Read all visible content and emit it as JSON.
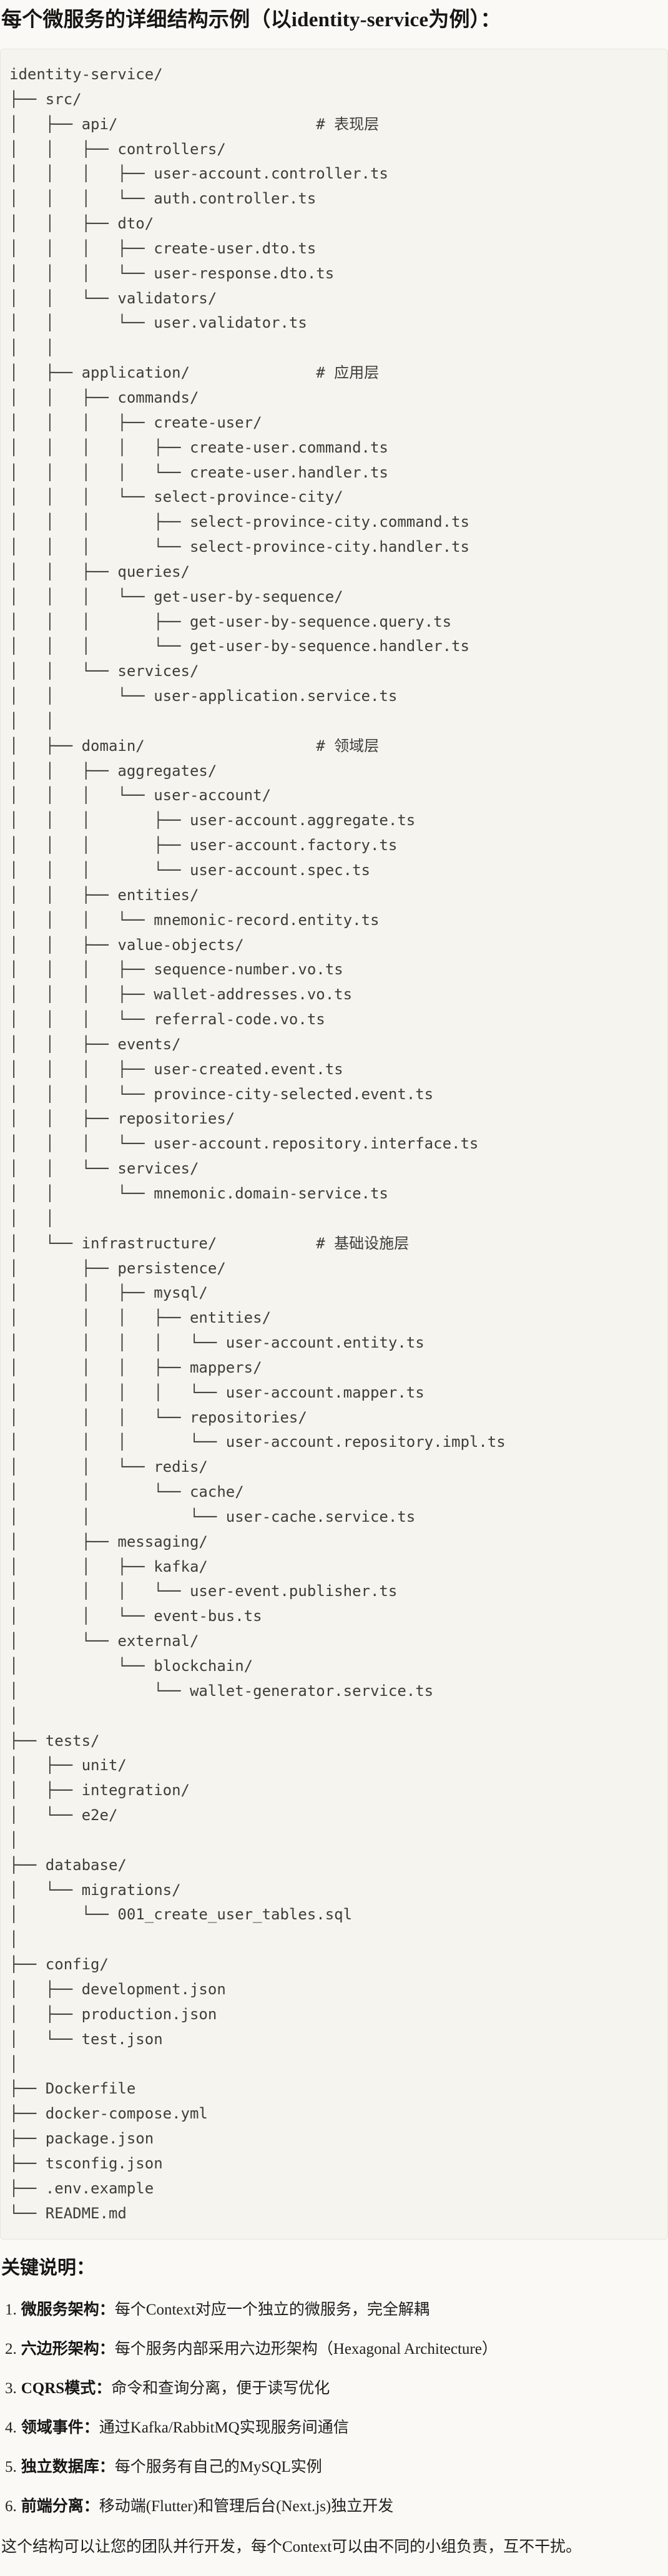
{
  "title": "每个微服务的详细结构示例（以identity-service为例）：",
  "colors": {
    "page_bg": "#FAF9F5",
    "code_bg": "#F5F4EF",
    "code_border": "#E7E5DE",
    "code_text": "#3E3D3A",
    "heading_text": "#171614"
  },
  "tree": {
    "lines": [
      "identity-service/",
      "├── src/",
      "│   ├── api/                      # 表现层",
      "│   │   ├── controllers/",
      "│   │   │   ├── user-account.controller.ts",
      "│   │   │   └── auth.controller.ts",
      "│   │   ├── dto/",
      "│   │   │   ├── create-user.dto.ts",
      "│   │   │   └── user-response.dto.ts",
      "│   │   └── validators/",
      "│   │       └── user.validator.ts",
      "│   │",
      "│   ├── application/              # 应用层",
      "│   │   ├── commands/",
      "│   │   │   ├── create-user/",
      "│   │   │   │   ├── create-user.command.ts",
      "│   │   │   │   └── create-user.handler.ts",
      "│   │   │   └── select-province-city/",
      "│   │   │       ├── select-province-city.command.ts",
      "│   │   │       └── select-province-city.handler.ts",
      "│   │   ├── queries/",
      "│   │   │   └── get-user-by-sequence/",
      "│   │   │       ├── get-user-by-sequence.query.ts",
      "│   │   │       └── get-user-by-sequence.handler.ts",
      "│   │   └── services/",
      "│   │       └── user-application.service.ts",
      "│   │",
      "│   ├── domain/                   # 领域层",
      "│   │   ├── aggregates/",
      "│   │   │   └── user-account/",
      "│   │   │       ├── user-account.aggregate.ts",
      "│   │   │       ├── user-account.factory.ts",
      "│   │   │       └── user-account.spec.ts",
      "│   │   ├── entities/",
      "│   │   │   └── mnemonic-record.entity.ts",
      "│   │   ├── value-objects/",
      "│   │   │   ├── sequence-number.vo.ts",
      "│   │   │   ├── wallet-addresses.vo.ts",
      "│   │   │   └── referral-code.vo.ts",
      "│   │   ├── events/",
      "│   │   │   ├── user-created.event.ts",
      "│   │   │   └── province-city-selected.event.ts",
      "│   │   ├── repositories/",
      "│   │   │   └── user-account.repository.interface.ts",
      "│   │   └── services/",
      "│   │       └── mnemonic.domain-service.ts",
      "│   │",
      "│   └── infrastructure/           # 基础设施层",
      "│       ├── persistence/",
      "│       │   ├── mysql/",
      "│       │   │   ├── entities/",
      "│       │   │   │   └── user-account.entity.ts",
      "│       │   │   ├── mappers/",
      "│       │   │   │   └── user-account.mapper.ts",
      "│       │   │   └── repositories/",
      "│       │   │       └── user-account.repository.impl.ts",
      "│       │   └── redis/",
      "│       │       └── cache/",
      "│       │           └── user-cache.service.ts",
      "│       ├── messaging/",
      "│       │   ├── kafka/",
      "│       │   │   └── user-event.publisher.ts",
      "│       │   └── event-bus.ts",
      "│       └── external/",
      "│           └── blockchain/",
      "│               └── wallet-generator.service.ts",
      "│",
      "├── tests/",
      "│   ├── unit/",
      "│   ├── integration/",
      "│   └── e2e/",
      "│",
      "├── database/",
      "│   └── migrations/",
      "│       └── 001_create_user_tables.sql",
      "│",
      "├── config/",
      "│   ├── development.json",
      "│   ├── production.json",
      "│   └── test.json",
      "│",
      "├── Dockerfile",
      "├── docker-compose.yml",
      "├── package.json",
      "├── tsconfig.json",
      "├── .env.example",
      "└── README.md"
    ]
  },
  "notes": {
    "heading": "关键说明：",
    "items": [
      {
        "num": "1.",
        "label": "微服务架构：",
        "text": "每个Context对应一个独立的微服务，完全解耦"
      },
      {
        "num": "2.",
        "label": "六边形架构：",
        "text": "每个服务内部采用六边形架构（Hexagonal Architecture）"
      },
      {
        "num": "3.",
        "label": "CQRS模式：",
        "text": "命令和查询分离，便于读写优化"
      },
      {
        "num": "4.",
        "label": "领域事件：",
        "text": "通过Kafka/RabbitMQ实现服务间通信"
      },
      {
        "num": "5.",
        "label": "独立数据库：",
        "text": "每个服务有自己的MySQL实例"
      },
      {
        "num": "6.",
        "label": "前端分离：",
        "text": "移动端(Flutter)和管理后台(Next.js)独立开发"
      }
    ],
    "closing": "这个结构可以让您的团队并行开发，每个Context可以由不同的小组负责，互不干扰。"
  }
}
